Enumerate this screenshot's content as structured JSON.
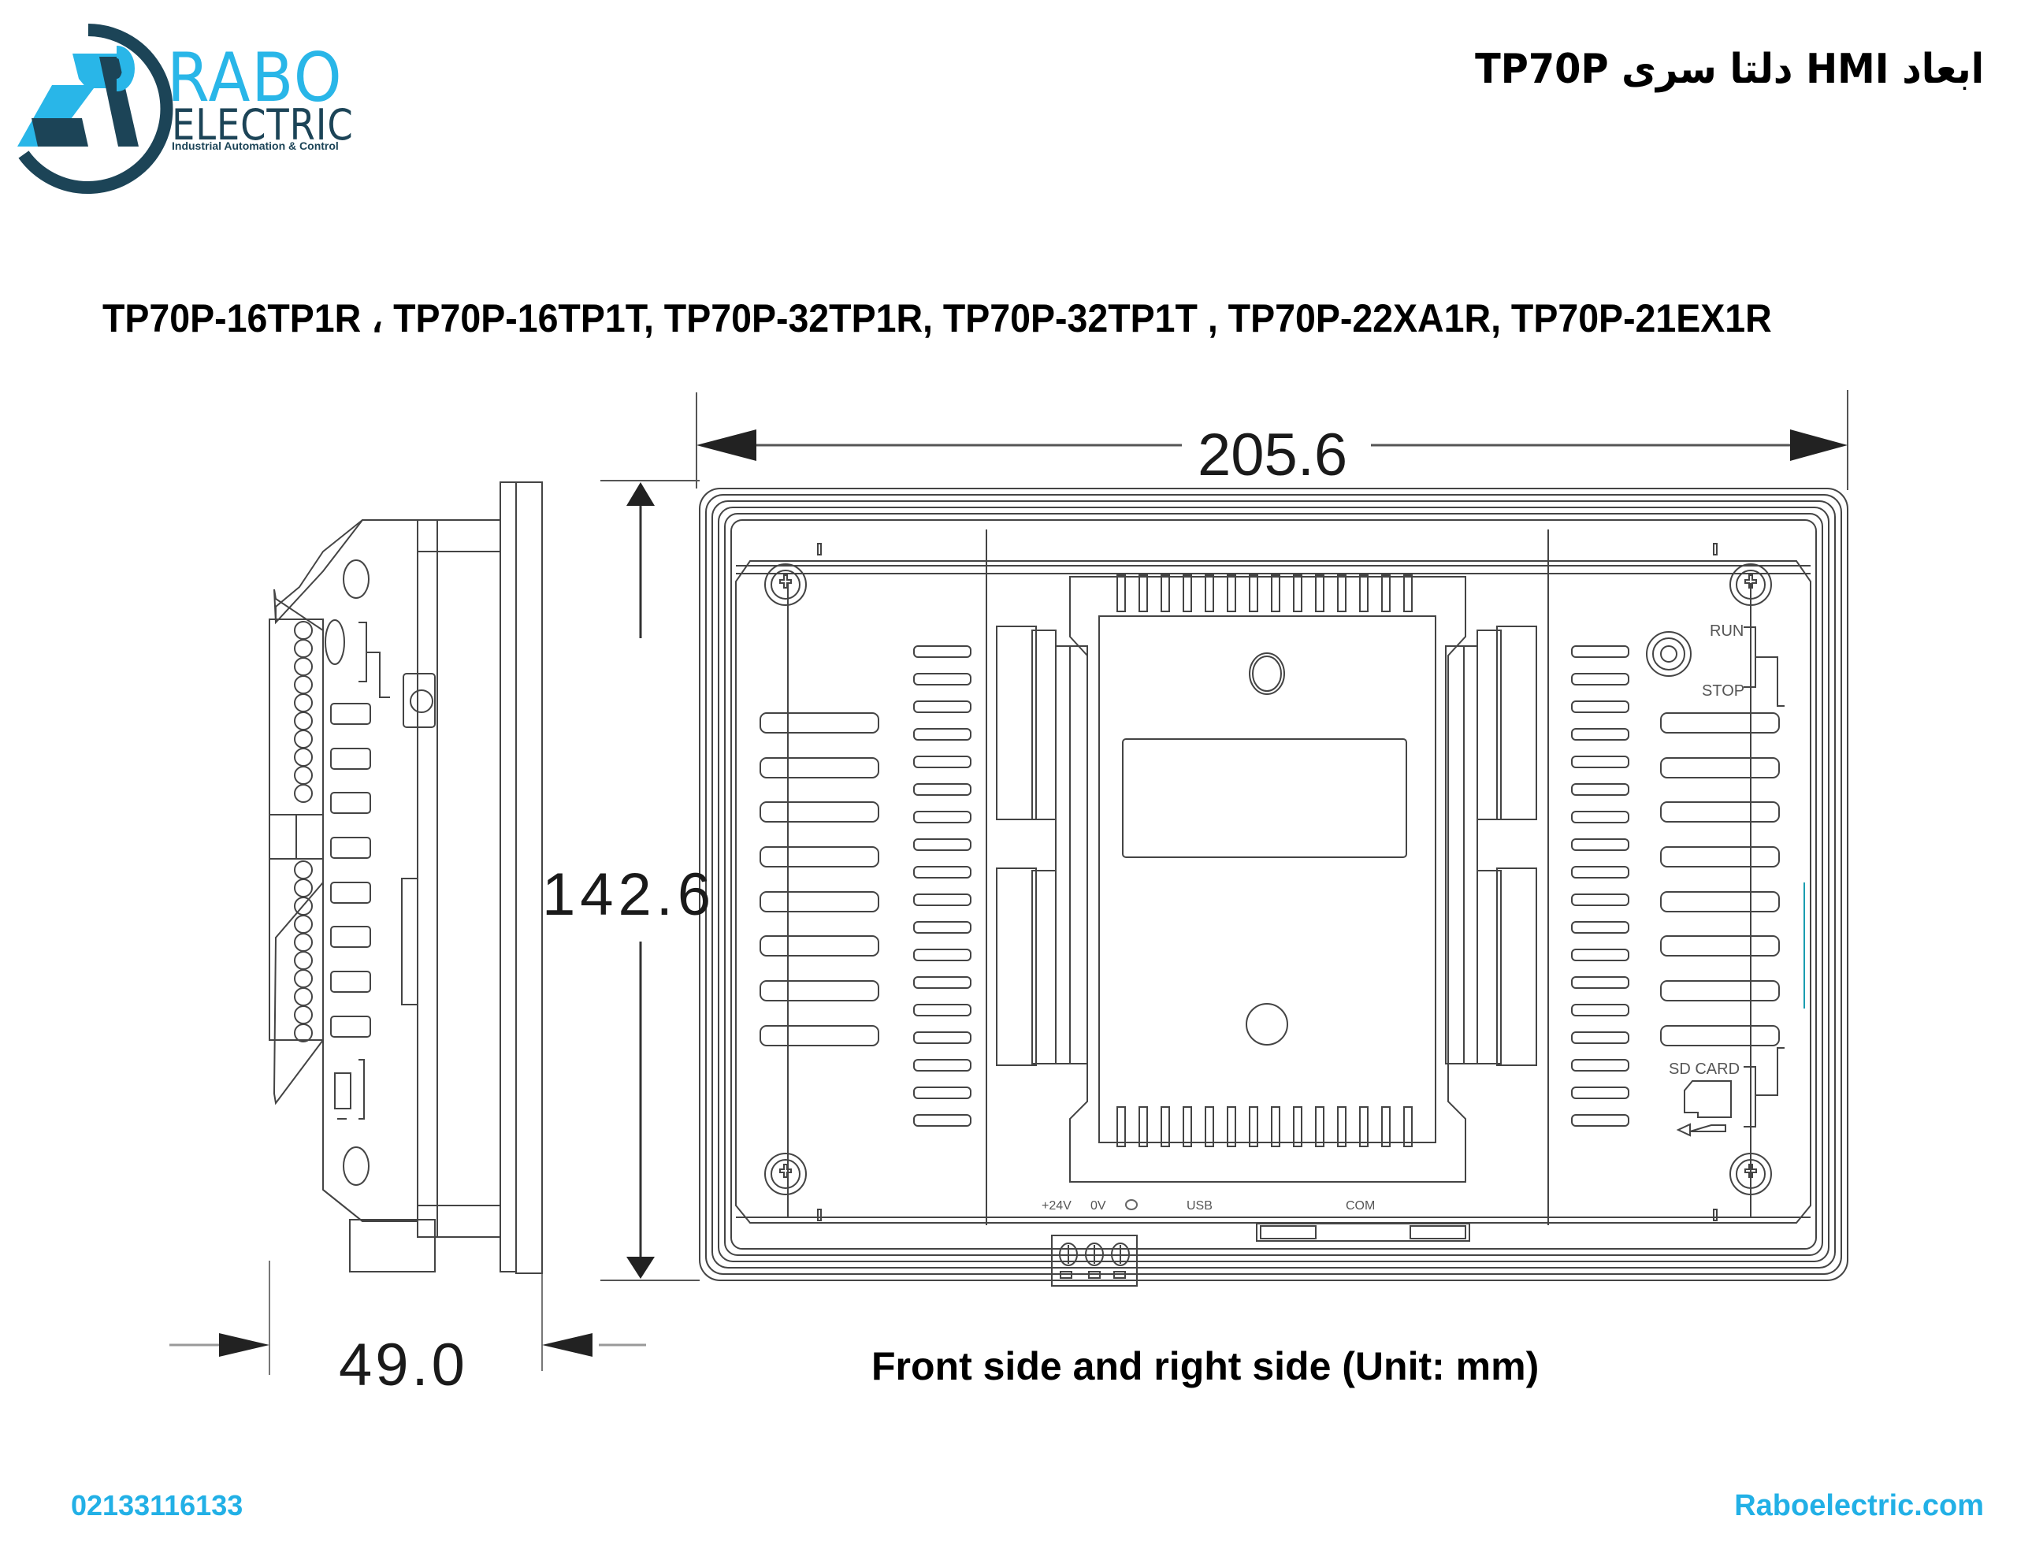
{
  "header": {
    "logo": {
      "word1": "RABO",
      "word2": "ELECTRIC",
      "tagline": "Industrial Automation & Control",
      "colors": {
        "light_blue": "#29b6e8",
        "dark_blue": "#1c4457"
      }
    },
    "title": "ابعاد HMI دلتا سری TP70P"
  },
  "models_line": "TP70P-16TP1R ، TP70P-16TP1T, TP70P-32TP1R, TP70P-32TP1T , TP70P-22XA1R, TP70P-21EX1R",
  "models": [
    "TP70P-16TP1R",
    "TP70P-16TP1T",
    "TP70P-32TP1R",
    "TP70P-32TP1T",
    "TP70P-22XA1R",
    "TP70P-21EX1R"
  ],
  "drawing": {
    "dimensions": {
      "width": "205.6",
      "height": "142.6",
      "depth": "49.0",
      "unit": "mm"
    },
    "labels": {
      "run": "RUN",
      "stop": "STOP",
      "sd_card": "SD CARD",
      "power_plus": "+24V",
      "power_zero": "0V",
      "usb": "USB",
      "com": "COM"
    },
    "caption": "Front side and right side (Unit: mm)"
  },
  "footer": {
    "phone": "02133116133",
    "website": "Raboelectric.com",
    "accent_color": "#22b0e6"
  }
}
